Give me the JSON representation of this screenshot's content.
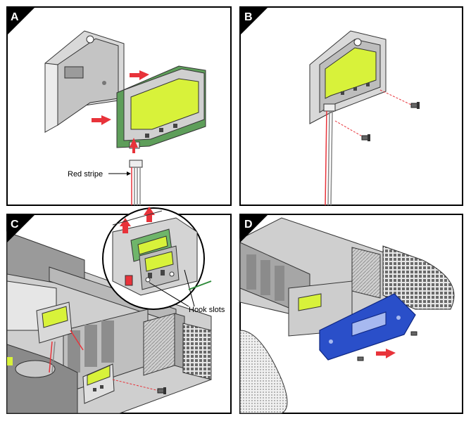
{
  "panels": [
    {
      "id": "A"
    },
    {
      "id": "B"
    },
    {
      "id": "C"
    },
    {
      "id": "D"
    }
  ],
  "callouts": {
    "red_stripe": "Red stripe",
    "hook_slots": "Hook slots"
  },
  "colors": {
    "lcd_green": "#d8f23a",
    "pcb_green": "#6fb56a",
    "arrow_red": "#e8333a",
    "bezel_blue": "#2a4fc9",
    "chassis_gray": "#d4d4d4",
    "frame_black": "#000000"
  }
}
